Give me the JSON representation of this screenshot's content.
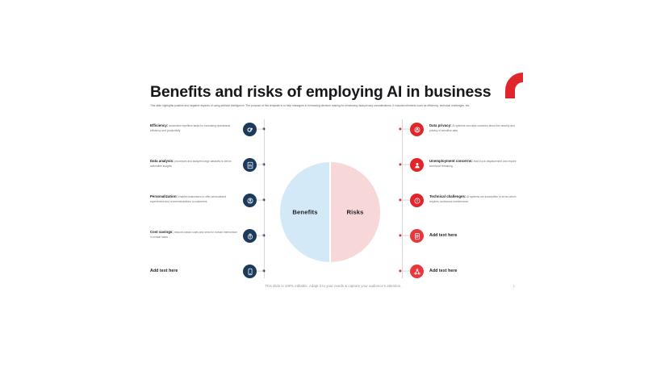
{
  "header": {
    "title": "Benefits and risks of employing AI in business",
    "subtitle": "This slide highlights positive and negative aspects of using artificial intelligence. The purpose of this template is to help managers in enhancing decision making for minimizing data privacy considerations. It includes elements such as efficiency, technical challenges, etc."
  },
  "center": {
    "left_label": "Benefits",
    "right_label": "Risks"
  },
  "benefits": [
    {
      "term": "Efficiency:",
      "body": " automates repetitive tasks for increasing operational efficiency and productivity",
      "icon": "gear-efficiency-icon"
    },
    {
      "term": "Data analysis:",
      "body": " processes and analyzes large datasets to derive actionable insights",
      "icon": "chart-document-icon"
    },
    {
      "term": "Personalization:",
      "body": " enables businesses to offer personalized experiences and recommendations to customers",
      "icon": "personalization-icon"
    },
    {
      "term": "Cost savings:",
      "body": " reduces labour costs and need for human intervention in certain tasks",
      "icon": "cost-savings-icon"
    },
    {
      "term": "",
      "body": "",
      "placeholder": "Add text here",
      "icon": "mobile-device-icon"
    }
  ],
  "risks": [
    {
      "term": "Data privacy:",
      "body": " AI systems can raise concerns about the security and privacy of sensitive data",
      "icon": "privacy-lock-icon"
    },
    {
      "term": "Unemployment concerns:",
      "body": " lead to job displacement and require workforce retraining",
      "icon": "person-icon"
    },
    {
      "term": "Technical challenges:",
      "body": " AI systems are susceptible to errors which requires continuous maintenance",
      "icon": "warning-gear-icon"
    },
    {
      "term": "",
      "body": "",
      "placeholder": "Add text here",
      "icon": "clipboard-icon"
    },
    {
      "term": "",
      "body": "",
      "placeholder": "Add text here",
      "icon": "network-icon"
    }
  ],
  "footer": {
    "note": "This slide is 100% editable. Adapt it to your needs & capture your audience's attention.",
    "page": "1"
  },
  "colors": {
    "accent_red": "#e0262b",
    "accent_navy": "#1b3a5c",
    "benefits_fill": "#d4e9f7",
    "risks_fill": "#f8d7d8",
    "rail": "#d6d8db"
  }
}
